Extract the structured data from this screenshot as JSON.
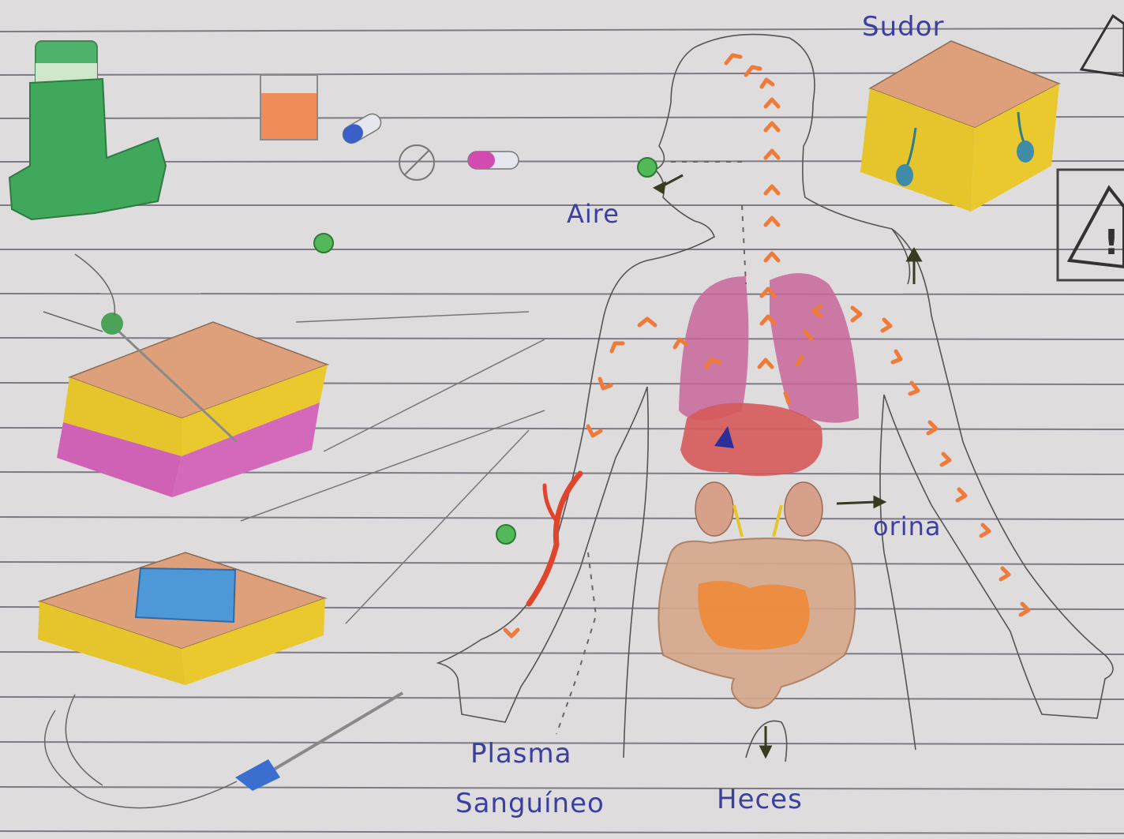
{
  "labels": {
    "sudor": "Sudor",
    "aire": "Aire",
    "orina": "orina",
    "plasma_line1": "Plasma",
    "plasma_line2": "Sanguíneo",
    "heces": "Heces"
  },
  "colors": {
    "paper": "#dedcdd",
    "rule_line": "#5f5a66",
    "pencil": "#5a5a5e",
    "ink_label": "#3b3fa0",
    "arrow_orange": "#f07a3a",
    "green": "#4caf50",
    "skin_tan": "#d9a06f",
    "fat_yellow": "#e9c52a",
    "muscle_pink": "#cf62b0",
    "lung_pink": "#c8669a",
    "liver_red": "#d65a5a",
    "intestine_tan": "#d6a98a",
    "intestine_orange": "#ee8a3a",
    "patch_blue": "#4f98d8",
    "vein_red": "#e0452c"
  }
}
